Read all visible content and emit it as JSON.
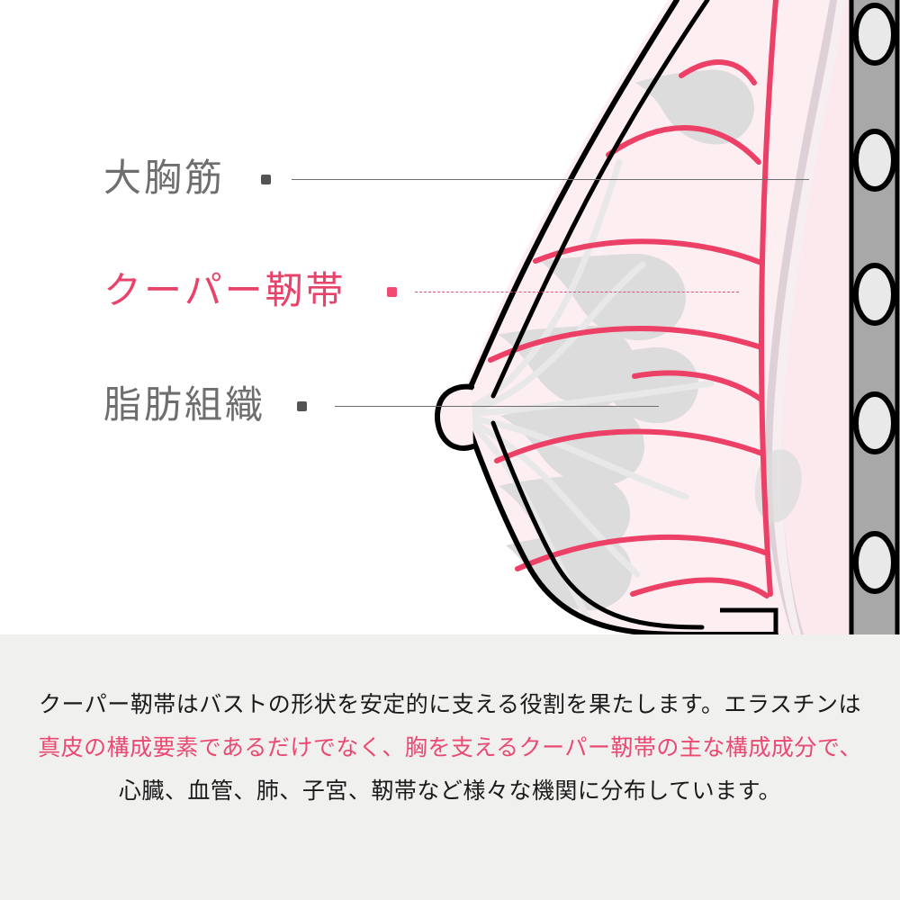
{
  "illustration": {
    "title": "breast-anatomy-cross-section",
    "colors": {
      "skin_outline": "#000000",
      "breast_fill": "#fdeef2",
      "lobule_gray": "#dcdcdc",
      "duct_gray": "#e8e8e8",
      "ligament_pink": "#ec4066",
      "muscle_light": "#fbe9ee",
      "muscle_mid": "#ddd0d6",
      "chest_wall_gray": "#a8a8a8",
      "rib_fill": "#e9e9e9",
      "panel_background": "#f0f0ef"
    }
  },
  "labels": [
    {
      "id": "pectoralis",
      "text": "大胸筋",
      "marker_color": "#545454",
      "leader_style": "solid",
      "leader_color": "#6e6e6e"
    },
    {
      "id": "cooper",
      "text": "クーパー靭帯",
      "marker_color": "#f24a72",
      "leader_style": "dashed",
      "leader_color": "#e0527b"
    },
    {
      "id": "fat",
      "text": "脂肪組織",
      "marker_color": "#545454",
      "leader_style": "solid",
      "leader_color": "#6e6e6e"
    }
  ],
  "caption": {
    "lines": [
      {
        "text": "クーパー靭帯はバストの形状を安定的に支える役割を果たします。エラスチンは",
        "color": "black"
      },
      {
        "text": "真皮の構成要素であるだけでなく、胸を支えるクーパー靭帯の主な構成成分で、",
        "color": "pink"
      },
      {
        "text": "心臓、血管、肺、子宮、靭帯など様々な機関に分布しています。",
        "color": "black"
      }
    ]
  }
}
